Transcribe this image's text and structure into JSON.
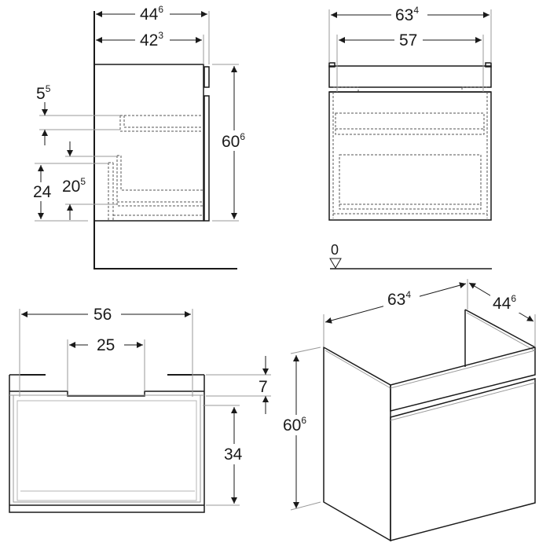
{
  "drawing": {
    "subject": "Wall-hung vanity cabinet with one drawer – dimension drawing",
    "units": "cm"
  },
  "side_view": {
    "overall_depth": {
      "main": "44",
      "sup": "6"
    },
    "body_depth": {
      "main": "42",
      "sup": "3"
    },
    "height": {
      "main": "60",
      "sup": "6"
    },
    "top_drawer_offset": {
      "main": "5",
      "sup": "5"
    },
    "drawer_height_inner": {
      "main": "20",
      "sup": "5"
    },
    "drawer_height_outer": {
      "main": "24",
      "sup": ""
    }
  },
  "front_view": {
    "overall_width": {
      "main": "63",
      "sup": "4"
    },
    "inner_width": {
      "main": "57",
      "sup": ""
    },
    "floor_reference": {
      "main": "0",
      "sup": ""
    }
  },
  "top_view": {
    "drawer_inner_width": {
      "main": "56",
      "sup": ""
    },
    "cutout_width": {
      "main": "25",
      "sup": ""
    },
    "cutout_depth": {
      "main": "7",
      "sup": ""
    },
    "drawer_depth": {
      "main": "34",
      "sup": ""
    }
  },
  "iso_view": {
    "width": {
      "main": "63",
      "sup": "4"
    },
    "depth": {
      "main": "44",
      "sup": "6"
    },
    "height": {
      "main": "60",
      "sup": "6"
    }
  }
}
